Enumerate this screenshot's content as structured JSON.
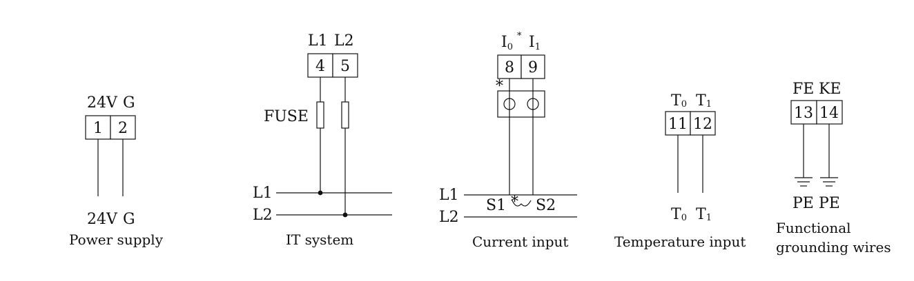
{
  "power_supply": {
    "terminal_labels": [
      "24V",
      "G"
    ],
    "terminals": [
      "1",
      "2"
    ],
    "bottom_labels": [
      "24V",
      "G"
    ],
    "caption": "Power supply"
  },
  "it_system": {
    "terminal_labels": [
      "L1",
      "L2"
    ],
    "terminals": [
      "4",
      "5"
    ],
    "fuse_label": "FUSE",
    "lines": [
      "L1",
      "L2"
    ],
    "caption": "IT system"
  },
  "current_input": {
    "terminal_labels": [
      "I",
      "I"
    ],
    "terminal_label_subscripts": [
      "0",
      "1"
    ],
    "terminal_label_mark": "*",
    "terminals": [
      "8",
      "9"
    ],
    "polarity_mark": "*",
    "lines": [
      "L1",
      "L2"
    ],
    "ct_labels": [
      "S1",
      "S2"
    ],
    "ct_mark": "*",
    "caption": "Current input"
  },
  "temperature_input": {
    "terminal_labels": [
      "T",
      "T"
    ],
    "terminal_label_subscripts": [
      "0",
      "1"
    ],
    "terminals": [
      "11",
      "12"
    ],
    "bottom_labels": [
      "T",
      "T"
    ],
    "bottom_label_subscripts": [
      "0",
      "1"
    ],
    "caption": "Temperature input"
  },
  "functional_grounding": {
    "terminal_labels": [
      "FE",
      "KE"
    ],
    "terminals": [
      "13",
      "14"
    ],
    "bottom_labels": [
      "PE",
      "PE"
    ],
    "caption_lines": [
      "Functional",
      "grounding wires"
    ]
  }
}
